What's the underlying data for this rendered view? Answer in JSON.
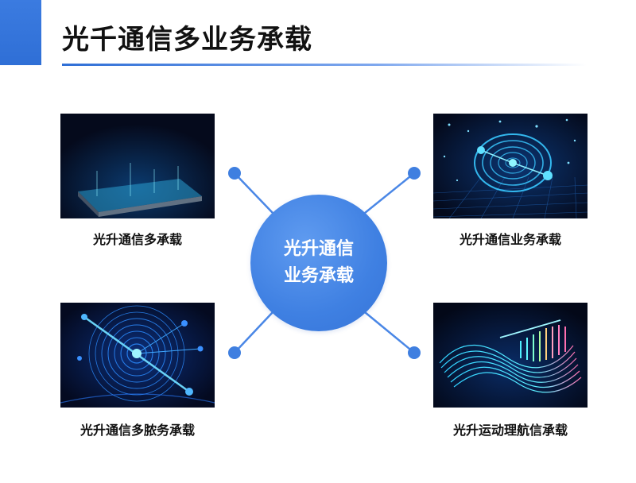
{
  "page": {
    "title": "光千通信多业务承载"
  },
  "hub": {
    "line1": "光升通信",
    "line2": "业务承载"
  },
  "items": [
    {
      "caption": "光升通信多承载",
      "image": "data-bars-visual"
    },
    {
      "caption": "光升通信业务承载",
      "image": "network-rings-visual"
    },
    {
      "caption": "光升通信多脓务承载",
      "image": "signal-rings-visual"
    },
    {
      "caption": "光升运动理航信承载",
      "image": "light-waves-visual"
    }
  ],
  "colors": {
    "accent": "#2f6fd6",
    "hub": "#4a87e6",
    "node": "#3f7fe0",
    "panel_bg": "#060b1f",
    "glow": "#2fd0ff"
  }
}
